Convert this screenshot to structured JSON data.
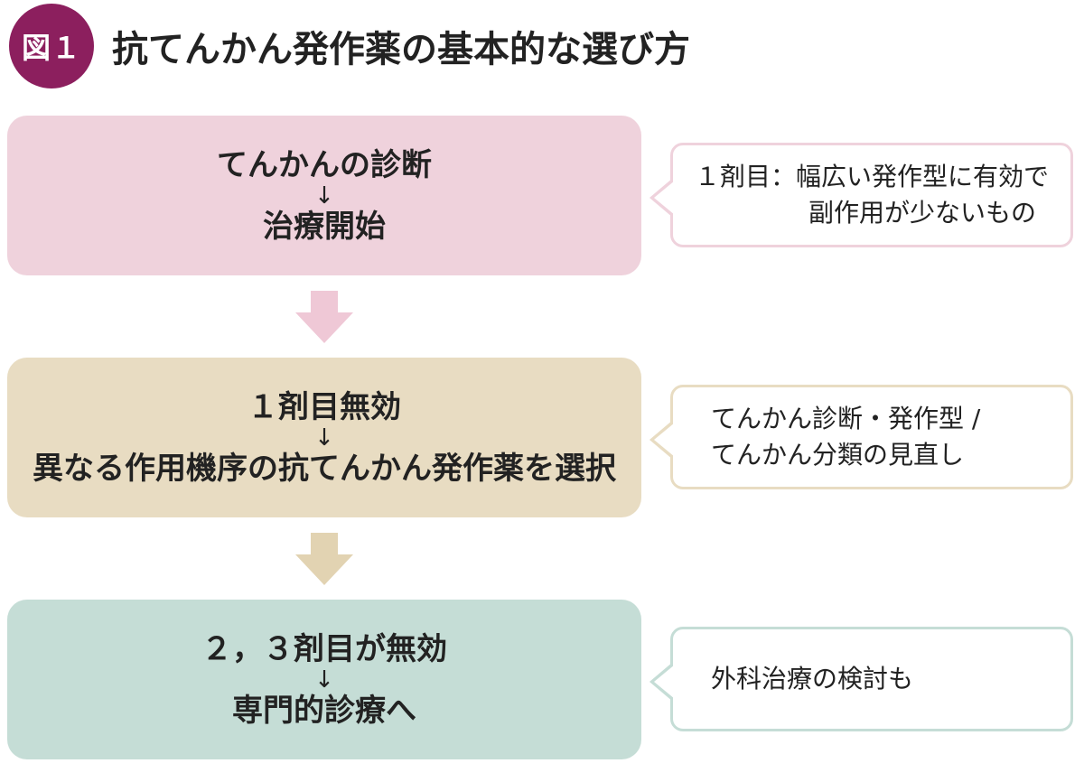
{
  "header": {
    "badge": "図１",
    "title": "抗てんかん発作薬の基本的な選び方"
  },
  "flow": [
    {
      "line1": "てんかんの診断",
      "connector": "↓",
      "line2": "治療開始"
    },
    {
      "line1": "１剤目無効",
      "connector": "↓",
      "line2": "異なる作用機序の抗てんかん発作薬を選択"
    },
    {
      "line1": "２，３剤目が無効",
      "connector": "↓",
      "line2": "専門的診療へ"
    }
  ],
  "notes": [
    {
      "line1": "１剤目：幅広い発作型に有効で",
      "line2": "副作用が少ないもの"
    },
    {
      "line1": "てんかん診断・発作型 /",
      "line2": "てんかん分類の見直し"
    },
    {
      "line1": "外科治療の検討も"
    }
  ],
  "colors": {
    "badge": "#8c1f5e",
    "step1": "#efd2dc",
    "step2": "#e8dcc2",
    "step3": "#c5ddd6",
    "arrow1": "#efc8d6",
    "arrow2": "#e2d3b2"
  }
}
